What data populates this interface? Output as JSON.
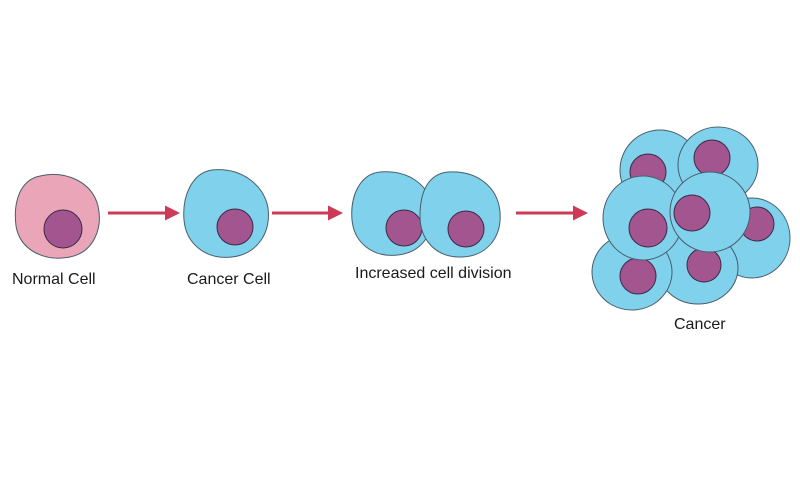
{
  "stages": [
    {
      "label": "Normal Cell"
    },
    {
      "label": "Cancer Cell"
    },
    {
      "label": "Increased cell division"
    },
    {
      "label": "Cancer"
    }
  ],
  "colors": {
    "normal_cell_fill": "#eba5b9",
    "cancer_cell_fill": "#7fd1ec",
    "cell_outline": "#4a5d6b",
    "nucleus_fill": "#a3558f",
    "nucleus_outline": "#3c2a44",
    "arrow": "#cc3a57"
  }
}
